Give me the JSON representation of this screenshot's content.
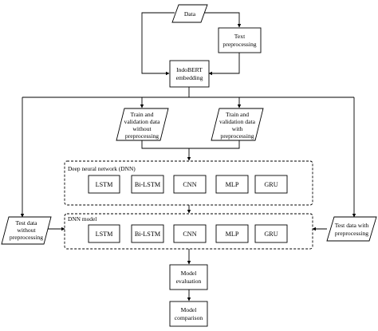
{
  "diagram": {
    "data_node": "Data",
    "text_preprocessing": [
      "Text",
      "preprocessing"
    ],
    "indobert": [
      "IndoBERT",
      "embedding"
    ],
    "train_without": [
      "Train and",
      "validation data",
      "without",
      "preprocessing"
    ],
    "train_with": [
      "Train and",
      "validation data",
      "with",
      "preprocessing"
    ],
    "dnn_group_label": "Deep neural network (DNN)",
    "dnn_models": [
      "LSTM",
      "Bi-LSTM",
      "CNN",
      "MLP",
      "GRU"
    ],
    "dnn_model_group_label": "DNN model",
    "trained_models": [
      "LSTM",
      "Bi-LSTM",
      "CNN",
      "MLP",
      "GRU"
    ],
    "test_without": [
      "Test data",
      "without",
      "preprocessing"
    ],
    "test_with": [
      "Test data with",
      "preprocessing"
    ],
    "model_evaluation": [
      "Model",
      "evaluation"
    ],
    "model_comparison": [
      "Model",
      "comparison"
    ]
  }
}
